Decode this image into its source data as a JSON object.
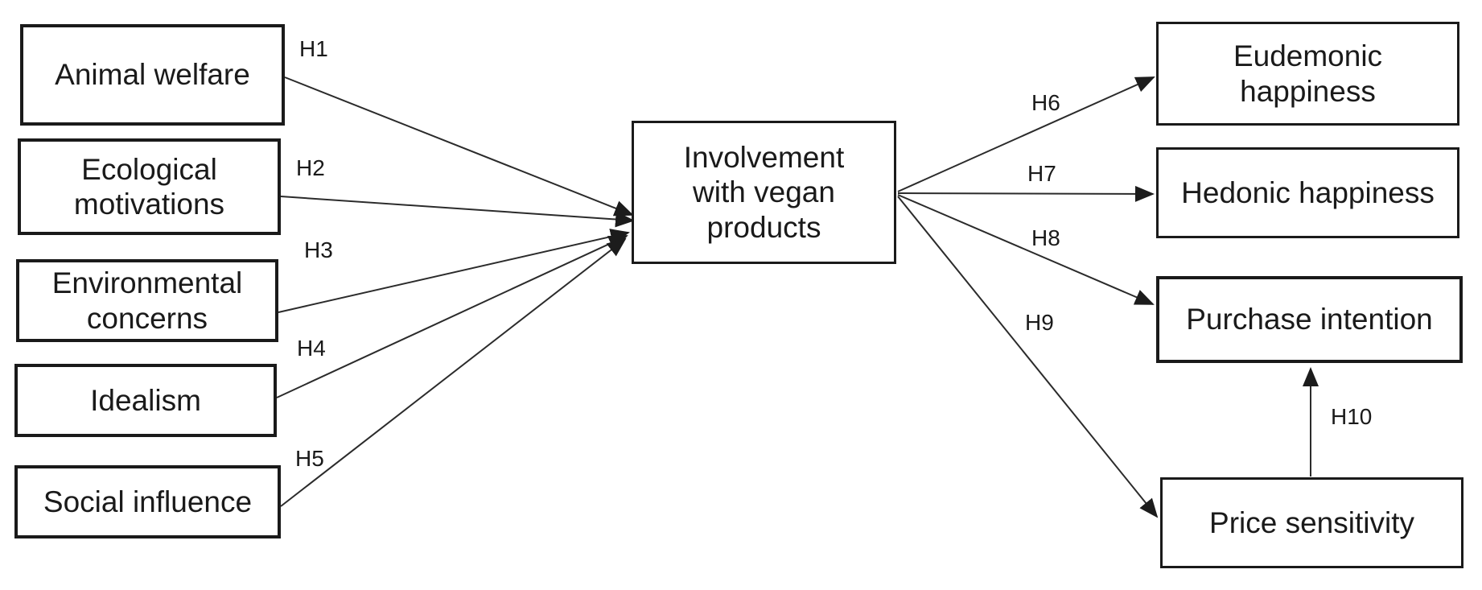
{
  "diagram": {
    "type": "conceptual-model",
    "colors": {
      "background": "#ffffff",
      "box_border": "#1a1a1a",
      "arrow": "#2b2b2b",
      "text": "#1a1a1a"
    },
    "nodes": [
      {
        "id": "animal-welfare",
        "label": "Animal welfare"
      },
      {
        "id": "ecological-motivations",
        "label": "Ecological motivations"
      },
      {
        "id": "environmental-concerns",
        "label": "Environmental concerns"
      },
      {
        "id": "idealism",
        "label": "Idealism"
      },
      {
        "id": "social-influence",
        "label": "Social influence"
      },
      {
        "id": "involvement-vegan-products",
        "label": "Involvement with vegan products"
      },
      {
        "id": "eudemonic-happiness",
        "label": "Eudemonic happiness"
      },
      {
        "id": "hedonic-happiness",
        "label": "Hedonic happiness"
      },
      {
        "id": "purchase-intention",
        "label": "Purchase intention"
      },
      {
        "id": "price-sensitivity",
        "label": "Price sensitivity"
      }
    ],
    "edges": [
      {
        "label": "H1",
        "from": "animal-welfare",
        "to": "involvement-vegan-products"
      },
      {
        "label": "H2",
        "from": "ecological-motivations",
        "to": "involvement-vegan-products"
      },
      {
        "label": "H3",
        "from": "environmental-concerns",
        "to": "involvement-vegan-products"
      },
      {
        "label": "H4",
        "from": "idealism",
        "to": "involvement-vegan-products"
      },
      {
        "label": "H5",
        "from": "social-influence",
        "to": "involvement-vegan-products"
      },
      {
        "label": "H6",
        "from": "involvement-vegan-products",
        "to": "eudemonic-happiness"
      },
      {
        "label": "H7",
        "from": "involvement-vegan-products",
        "to": "hedonic-happiness"
      },
      {
        "label": "H8",
        "from": "involvement-vegan-products",
        "to": "purchase-intention"
      },
      {
        "label": "H9",
        "from": "involvement-vegan-products",
        "to": "price-sensitivity"
      },
      {
        "label": "H10",
        "from": "price-sensitivity",
        "to": "purchase-intention"
      }
    ]
  }
}
